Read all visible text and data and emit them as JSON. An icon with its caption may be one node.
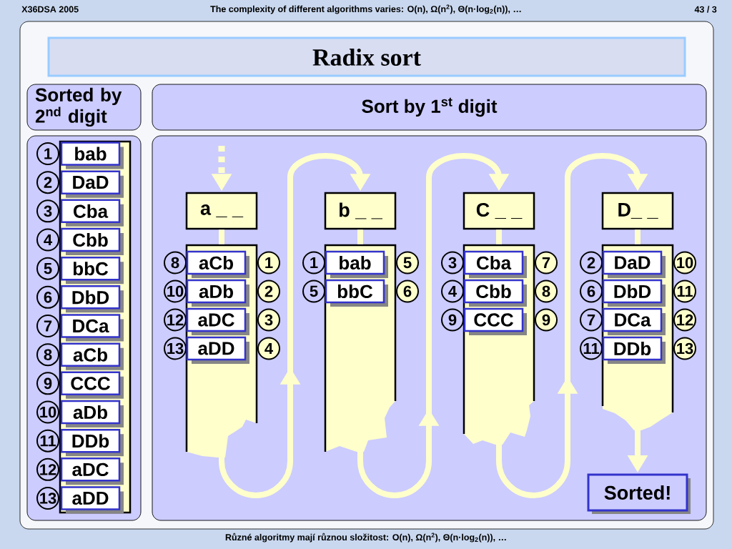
{
  "diagram": {
    "title": "Radix sort",
    "nodes": [
      {
        "text": [
          "Sorted by 2$^{nd}$ digit"
        ]
      },
      {
        "text": [
          "Sort by 1$^{st}$ digit"
        ]
      },
      {
        "text": [],
        "shape": "box"
      },
      {
        "text": [
          "1"
        ],
        "in": 2
      },
      {
        "text": [
          "bab"
        ],
        "in": 2
      },
      {
        "text": [
          "2"
        ],
        "in": 2
      },
      {
        "text": [
          "DaD"
        ],
        "in": 2
      },
      {
        "text": [
          "3"
        ],
        "in": 2
      },
      {
        "text": [
          "Cba"
        ],
        "in": 2
      },
      {
        "text": [
          "4"
        ],
        "in": 2
      },
      {
        "text": [
          "Cbb"
        ],
        "in": 2
      },
      {
        "text": [
          "5"
        ],
        "in": 2
      },
      {
        "text": [
          "bbC"
        ],
        "in": 2
      },
      {
        "text": [
          "6"
        ],
        "in": 2
      },
      {
        "text": [
          "DbD"
        ],
        "in": 2
      },
      {
        "text": [
          "7"
        ],
        "in": 2
      },
      {
        "text": [
          "DCa"
        ],
        "in": 2
      },
      {
        "text": [
          "8"
        ],
        "in": 2
      },
      {
        "text": [
          "aCb"
        ],
        "in": 2
      },
      {
        "text": [
          "9"
        ],
        "in": 2
      },
      {
        "text": [
          "CCC"
        ],
        "in": 2
      },
      {
        "text": [
          "10"
        ],
        "in": 2
      },
      {
        "text": [
          "aDb"
        ],
        "in": 2
      },
      {
        "text": [
          "11"
        ],
        "in": 2
      },
      {
        "text": [
          "DDb"
        ],
        "in": 2
      },
      {
        "text": [
          "12"
        ],
        "in": 2
      },
      {
        "text": [
          "aDC"
        ],
        "in": 2
      },
      {
        "text": [
          "13"
        ],
        "in": 2
      },
      {
        "text": [
          "aDD"
        ],
        "in": 2
      },
      {
        "text": [],
        "shape": "box"
      },
      {
        "text": [
          "a _ _"
        ],
        "in": 29
      },
      {
        "text": [],
        "shape": "box",
        "in": 29
      },
      {
        "text": [
          "8"
        ],
        "in": 29
      },
      {
        "text": [
          "aCb"
        ],
        "in": 31
      },
      {
        "text": [
          "1"
        ],
        "in": 29
      },
      {
        "text": [
          "10"
        ],
        "in": 29
      },
      {
        "text": [
          "aDb"
        ],
        "in": 31
      },
      {
        "text": [
          "2"
        ],
        "in": 29
      },
      {
        "text": [
          "12"
        ],
        "in": 29
      },
      {
        "text": [
          "aDC"
        ],
        "in": 31
      },
      {
        "text": [
          "3"
        ],
        "in": 29
      },
      {
        "text": [
          "13"
        ],
        "in": 29
      },
      {
        "text": [
          "aDD"
        ],
        "in": 31
      },
      {
        "text": [
          "4"
        ],
        "in": 29
      },
      {
        "text": [
          "b _ _"
        ],
        "in": 29
      },
      {
        "text": [],
        "shape": "box",
        "in": 29
      },
      {
        "text": [
          "1"
        ],
        "in": 29
      },
      {
        "text": [
          "bab"
        ],
        "in": 45
      },
      {
        "text": [
          "5"
        ],
        "in": 29
      },
      {
        "text": [
          "5"
        ],
        "in": 29
      },
      {
        "text": [
          "bbC"
        ],
        "in": 45
      },
      {
        "text": [
          "6"
        ],
        "in": 29
      },
      {
        "text": [
          "C _ _"
        ],
        "in": 29
      },
      {
        "text": [],
        "shape": "box",
        "in": 29
      },
      {
        "text": [
          "3"
        ],
        "in": 29
      },
      {
        "text": [
          "Cba"
        ],
        "in": 53
      },
      {
        "text": [
          "7"
        ],
        "in": 29
      },
      {
        "text": [
          "4"
        ],
        "in": 29
      },
      {
        "text": [
          "Cbb"
        ],
        "in": 53
      },
      {
        "text": [
          "8"
        ],
        "in": 29
      },
      {
        "text": [
          "9"
        ],
        "in": 29
      },
      {
        "text": [
          "CCC"
        ],
        "in": 53
      },
      {
        "text": [
          "9"
        ],
        "in": 29
      },
      {
        "text": [
          "D_ _"
        ],
        "in": 29
      },
      {
        "text": [],
        "shape": "box",
        "in": 29
      },
      {
        "text": [
          "2"
        ],
        "in": 29
      },
      {
        "text": [
          "DaD"
        ],
        "in": 64
      },
      {
        "text": [
          "10"
        ],
        "in": 29
      },
      {
        "text": [
          "6"
        ],
        "in": 29
      },
      {
        "text": [
          "DbD"
        ],
        "in": 64
      },
      {
        "text": [
          "11"
        ],
        "in": 29
      },
      {
        "text": [
          "7"
        ],
        "in": 29
      },
      {
        "text": [
          "DCa"
        ],
        "in": 64
      },
      {
        "text": [
          "12"
        ],
        "in": 29
      },
      {
        "text": [
          "11"
        ],
        "in": 29
      },
      {
        "text": [
          "DDb"
        ],
        "in": 64
      },
      {
        "text": [
          "13"
        ],
        "in": 29
      },
      {
        "text": [
          "Sorted!"
        ],
        "in": 29
      }
    ],
    "edges": [
      {
        "from": null,
        "to": 30,
        "arrow": "to",
        "style": "dashed"
      },
      {
        "from": 30,
        "to": 31,
        "arrow": "none"
      },
      {
        "from": 31,
        "to": 44,
        "arrow": "to"
      },
      {
        "from": 44,
        "to": 45,
        "arrow": "none"
      },
      {
        "from": 45,
        "to": 52,
        "arrow": "to"
      },
      {
        "from": 52,
        "to": 53,
        "arrow": "none"
      },
      {
        "from": 53,
        "to": 63,
        "arrow": "to"
      },
      {
        "from": 63,
        "to": 64,
        "arrow": "none"
      },
      {
        "from": 64,
        "to": 77,
        "arrow": "to"
      }
    ],
    "labels": [
      "X36DSA 2005",
      "The complexity of different algorithms varies: O(n), Ω(n$^{2}$), Θ(n·log$_{2}$(n)), …",
      "43 / 3",
      "Různé algoritmy mají různou složitost: O(n), Ω(n$^{2}$), Θ(n·log$_{2}$(n)), …"
    ]
  }
}
